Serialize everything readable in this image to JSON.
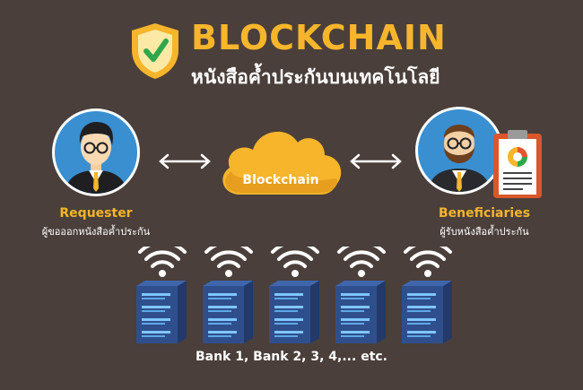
{
  "header": {
    "title": "BLOCKCHAIN",
    "subtitle": "หนังสือค้ำประกันบนเทคโนโลยี"
  },
  "center": {
    "cloud_label": "Blockchain"
  },
  "requester": {
    "label": "Requester",
    "sub": "ผู้ขอออกหนังสือค้ำประกัน"
  },
  "beneficiaries": {
    "label": "Beneficiaries",
    "sub": "ผู้รับหนังสือค้ำประกัน"
  },
  "banks": {
    "label": "Bank 1, Bank 2, 3, 4,... etc.",
    "count": 5
  },
  "colors": {
    "background": "#4a3f3a",
    "accent": "#f6b52b",
    "server": "#2f4f8c",
    "avatar_bg": "#3a8fd1"
  }
}
